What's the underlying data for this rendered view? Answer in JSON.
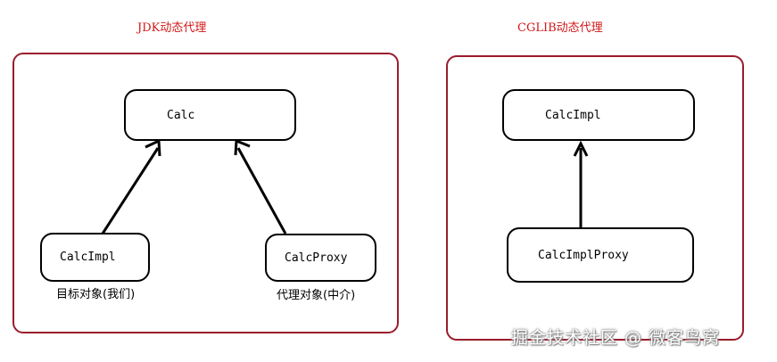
{
  "jdk": {
    "title": "JDK动态代理",
    "interface_node": "Calc",
    "target_node": "CalcImpl",
    "proxy_node": "CalcProxy",
    "target_caption": "目标对象(我们)",
    "proxy_caption": "代理对象(中介)"
  },
  "cglib": {
    "title": "CGLIB动态代理",
    "parent_node": "CalcImpl",
    "proxy_node": "CalcImplProxy"
  },
  "colors": {
    "title_text": "#d01818",
    "panel_border": "#9a1c2c",
    "node_border": "#000000"
  },
  "watermark": "掘金技术社区 @ 微客鸟窝"
}
